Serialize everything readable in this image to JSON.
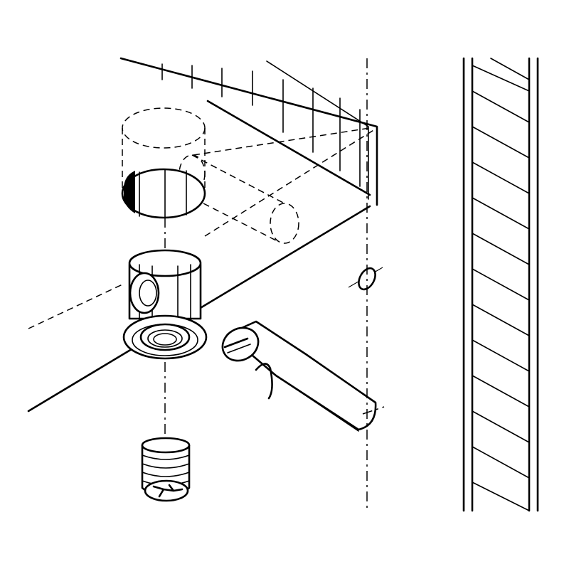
{
  "figure": {
    "kind": "exploded assembly drawing",
    "components": [
      "panel-with-bore",
      "connector-housing",
      "connector-bolt",
      "threaded-insert",
      "dowel",
      "side-panel"
    ],
    "text_labels": []
  },
  "colors": {
    "line": "#000000",
    "background": "#ffffff"
  }
}
